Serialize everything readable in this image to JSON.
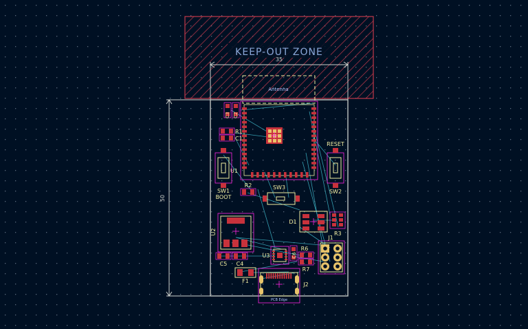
{
  "board": {
    "keepout_label": "KEEP-OUT ZONE",
    "antenna_label": "Antenna",
    "dim_width": "35",
    "dim_height": "50",
    "edge_label": "PCB Edge"
  },
  "components": {
    "c3": "C3",
    "c2": "C2",
    "r1": "R1",
    "c1": "C1",
    "u1": "U1",
    "sw1": "SW1",
    "boot": "BOOT",
    "r2": "R2",
    "sw3": "SW3",
    "reset": "RESET",
    "sw2": "SW2",
    "d1": "D1",
    "r3": "R3",
    "u2": "U2",
    "j1": "J1",
    "u3": "U3",
    "c6": "C6",
    "r6": "R6",
    "r7": "R7",
    "c5": "C5",
    "c4": "C4",
    "f1": "F1",
    "j2": "J2"
  },
  "colors": {
    "background": "#001023",
    "edge_cuts": "#d0d2cd",
    "keepout": "#c2384a",
    "pad": "#c8323c",
    "silkscreen": "#f2eda1",
    "courtyard": "#ff26e2",
    "ratsnest": "#3fb6c8",
    "fab": "#b0c4ff"
  }
}
